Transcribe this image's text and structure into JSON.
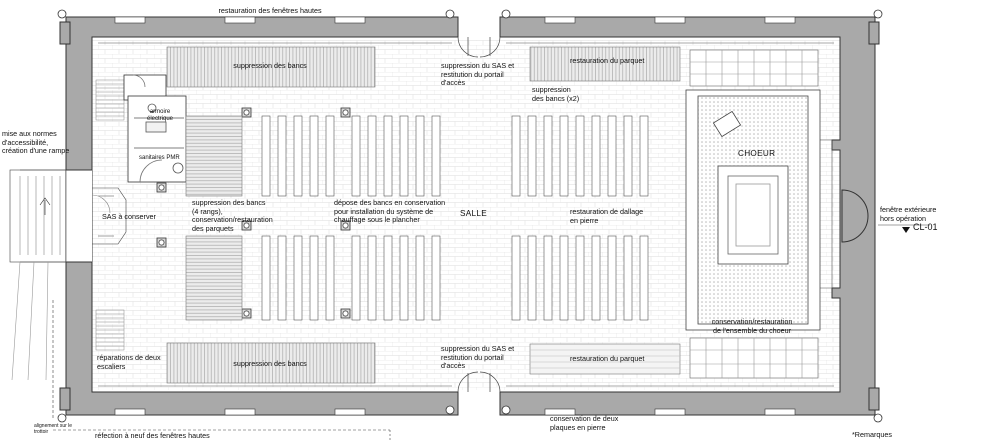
{
  "labels": {
    "restauration_fenetres_hautes": "restauration des fenêtres hautes",
    "suppression_bancs_top": "suppression des bancs",
    "suppression_bancs_bottom": "suppression des bancs",
    "suppression_sas_top": "suppression du SAS et\nrestitution du portail\nd'accès",
    "suppression_sas_bottom": "suppression du SAS et\nrestitution du portail\nd'accès",
    "restauration_parquet_top": "restauration du parquet",
    "restauration_parquet_bottom": "restauration du parquet",
    "suppression_bancs_x2": "suppression\ndes bancs (x2)",
    "armoire_electrique": "armoire\nélectrique",
    "sanitaires_pmr": "sanitaires PMR",
    "mise_aux_normes": "mise aux normes\nd'accessibilité,\ncréation d'une rampe",
    "sas_a_conserver": "SAS à conserver",
    "suppression_bancs_4_rangs": "suppression des bancs\n(4 rangs),\nconservation/restauration\ndes parquets",
    "depose_bancs": "dépose des bancs en conservation\npour installation du système de\nchauffage sous le plancher",
    "salle": "SALLE",
    "restauration_dallage": "restauration de dallage\nen pierre",
    "choeur": "CHOEUR",
    "fenetre_exterieure": "fenêtre extérieure\nhors opération",
    "section_marker": "CL-01",
    "conservation_choeur": "conservation/restauration\nde l'ensemble du choeur",
    "reparations_escaliers": "réparations de deux\nescaliers",
    "conservation_plaques": "conservation de deux\nplaques en pierre",
    "alignement_trottoir": "alignement sur le trottoir",
    "refection_fenetres": "réfection à neuf des fenêtres hautes",
    "remarques": "*Remarques"
  },
  "colors": {
    "wall": "#aaaaaa",
    "wall_edge": "#333333",
    "line": "#555555",
    "light_line": "#9a9a9a",
    "bench_fill": "#e8e8e8"
  }
}
